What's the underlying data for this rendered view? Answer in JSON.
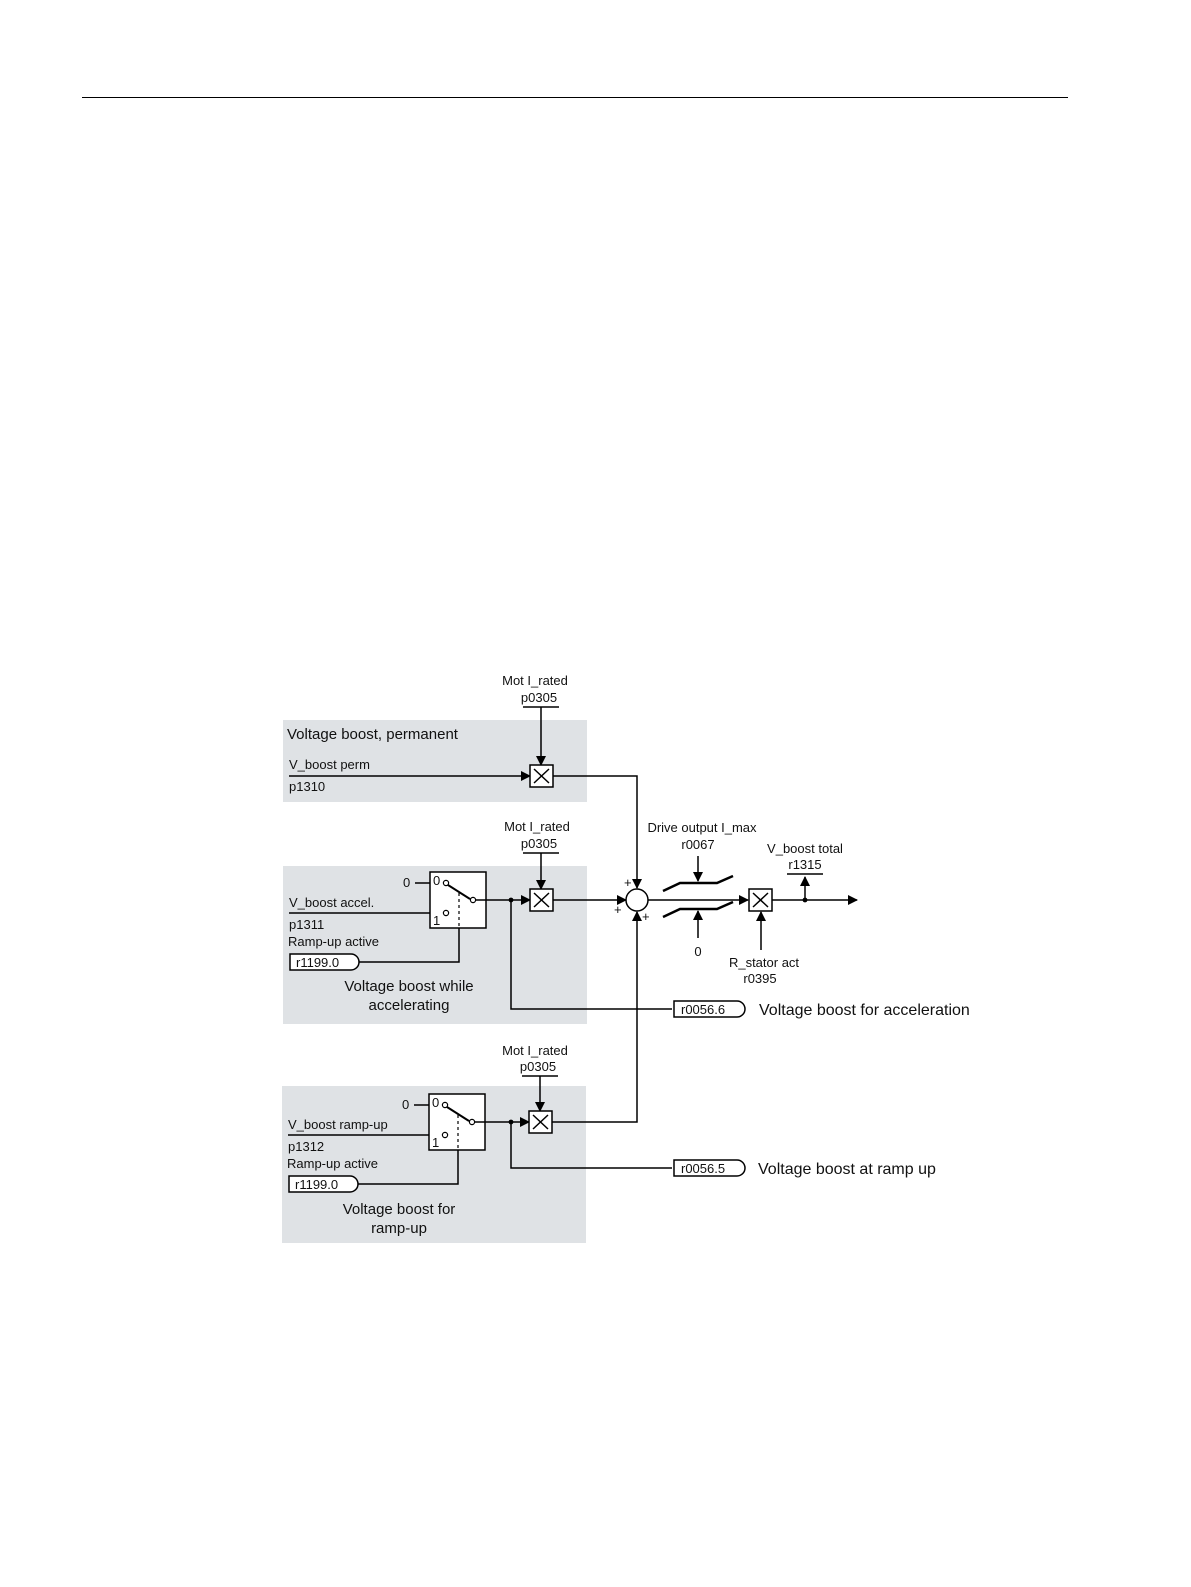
{
  "colors": {
    "block_fill": "#dfe2e5",
    "line": "#000000",
    "text": "#111111"
  },
  "blocks": {
    "permanent": {
      "title": "Voltage boost, permanent",
      "signal_name": "V_boost perm",
      "param": "p1310"
    },
    "accel": {
      "signal_name": "V_boost accel.",
      "param": "p1311",
      "switch_label": "Ramp-up active",
      "switch_source": "r1199.0",
      "title_line1": "Voltage boost while",
      "title_line2": "accelerating",
      "switch_pos0": "0",
      "switch_pos1": "1",
      "zero_input": "0"
    },
    "rampup": {
      "signal_name": "V_boost ramp-up",
      "param": "p1312",
      "switch_label": "Ramp-up active",
      "switch_source": "r1199.0",
      "title_line1": "Voltage boost for",
      "title_line2": "ramp-up",
      "switch_pos0": "0",
      "switch_pos1": "1",
      "zero_input": "0"
    }
  },
  "multipliers": {
    "m1": {
      "name": "Mot I_rated",
      "param": "p0305"
    },
    "m2": {
      "name": "Mot I_rated",
      "param": "p0305"
    },
    "m3": {
      "name": "Mot I_rated",
      "param": "p0305"
    }
  },
  "summation": {
    "signs": [
      "+",
      "+",
      "+"
    ]
  },
  "limiter": {
    "name": "Drive output I_max",
    "param": "r0067",
    "lower": "0"
  },
  "stator": {
    "name": "R_stator act",
    "param": "r0395"
  },
  "output": {
    "name": "V_boost total",
    "param": "r1315"
  },
  "status_outputs": [
    {
      "param": "r0056.6",
      "label": "Voltage boost for acceleration"
    },
    {
      "param": "r0056.5",
      "label": "Voltage boost at ramp up"
    }
  ]
}
